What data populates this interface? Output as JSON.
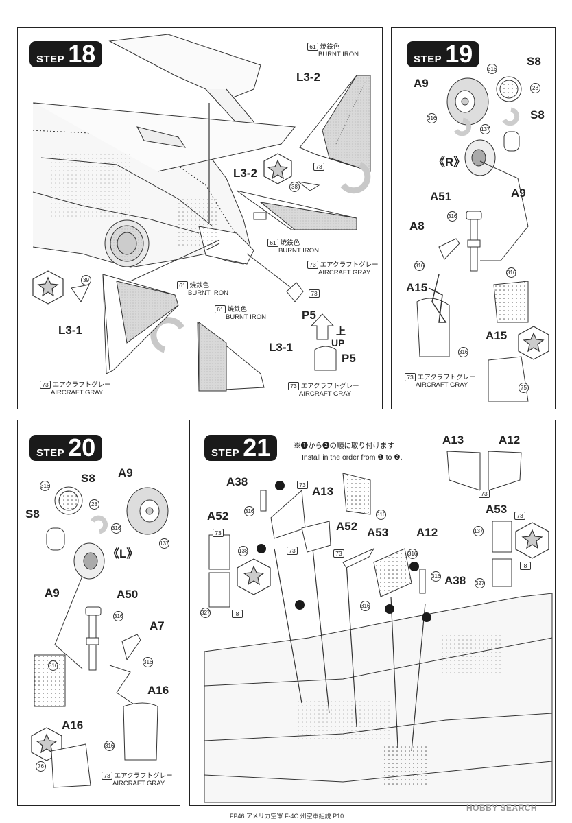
{
  "steps": {
    "s18": {
      "label": "STEP",
      "num": "18"
    },
    "s19": {
      "label": "STEP",
      "num": "19"
    },
    "s20": {
      "label": "STEP",
      "num": "20"
    },
    "s21": {
      "label": "STEP",
      "num": "21"
    }
  },
  "colors": {
    "c61": {
      "code": "61",
      "jp": "焼鉄色",
      "en": "BURNT IRON"
    },
    "c73": {
      "code": "73",
      "jp": "エアクラフトグレー",
      "en": "AIRCRAFT GRAY"
    }
  },
  "step18": {
    "parts": {
      "l3_2a": "L3-2",
      "l3_2b": "L3-2",
      "l3_1a": "L3-1",
      "l3_1b": "L3-1",
      "p5a": "P5",
      "p5b": "P5"
    },
    "up_jp": "上",
    "up_en": "UP",
    "refs": {
      "r38": "38",
      "r39": "39",
      "r73a": "73",
      "r73b": "73"
    }
  },
  "step19": {
    "parts": {
      "a9a": "A9",
      "a9b": "A9",
      "s8a": "S8",
      "s8b": "S8",
      "r": "《R》",
      "a51": "A51",
      "a8": "A8",
      "a15a": "A15",
      "a15b": "A15"
    },
    "refs": {
      "r316a": "316",
      "r316b": "316",
      "r316c": "316",
      "r316d": "316",
      "r316e": "316",
      "r316f": "316",
      "r28": "28",
      "r137": "137",
      "r75": "75"
    }
  },
  "step20": {
    "parts": {
      "s8a": "S8",
      "s8b": "S8",
      "a9a": "A9",
      "a9b": "A9",
      "l": "《L》",
      "a50": "A50",
      "a7": "A7",
      "a16a": "A16",
      "a16b": "A16"
    },
    "refs": {
      "r316a": "316",
      "r316b": "316",
      "r316c": "316",
      "r316d": "316",
      "r316e": "316",
      "r316f": "316",
      "r28": "28",
      "r137": "137",
      "r76": "76",
      "r73": "73"
    }
  },
  "step21": {
    "note_jp": "※❶から❷の順に取り付けます",
    "note_en": "Install in the order from ❶ to ❷.",
    "parts": {
      "a38a": "A38",
      "a38b": "A38",
      "a13a": "A13",
      "a13b": "A13",
      "a12a": "A12",
      "a12b": "A12",
      "a52a": "A52",
      "a52b": "A52",
      "a53a": "A53",
      "a53b": "A53"
    },
    "order": {
      "one": "❶",
      "two": "❷"
    },
    "refs": {
      "r73a": "73",
      "r73b": "73",
      "r73c": "73",
      "r73d": "73",
      "r73e": "73",
      "r73f": "73",
      "r316a": "316",
      "r316b": "316",
      "r316c": "316",
      "r316d": "316",
      "r316e": "316",
      "r138": "138",
      "r137": "137",
      "r327a": "327",
      "r327b": "327",
      "r8a": "8",
      "r8b": "8"
    }
  },
  "footer": "FP46 アメリカ空軍 F-4C 州空軍組説 P10",
  "watermark": "HOBBY SEARCH"
}
